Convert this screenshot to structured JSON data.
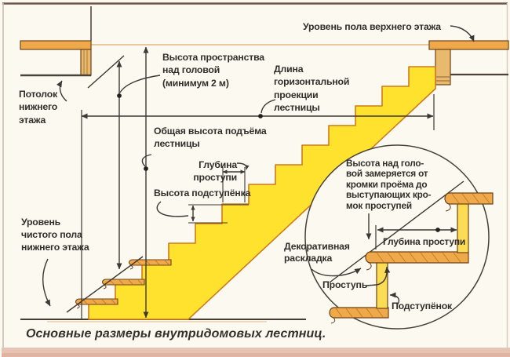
{
  "figure": {
    "caption": "Основные размеры внутридомовых лестниц.",
    "labels": {
      "upper_floor_level": "Уровень пола верхнего этажа",
      "headroom": "Высота пространства\nнад головой\n(минимум 2 м)",
      "projection_length": "Длина\nгоризонтальной\nпроекции\nлестницы",
      "lower_ceiling": "Потолок\nнижнего\nэтажа",
      "total_rise": "Общая высота подъёма\nлестницы",
      "tread_depth": "Глубина\nпроступи",
      "riser_height": "Высота подступёнка",
      "lower_floor_level": "Уровень\nчистого пола\nнижнего этажа"
    },
    "inset": {
      "note": "Высота над голо-\nвой замеряется от\nкромки проёма до\nвыступающих кро-\nмок проступей",
      "decorative_molding": "Декоративная\nраскладка",
      "tread_depth": "Глубина проступи",
      "tread": "Проступь",
      "riser": "Подступёнок"
    },
    "colors": {
      "stair_yellow": "#FFE22E",
      "wood_orange": "#EFA94A",
      "joist_tan": "#E9BA6E",
      "outline_brown": "#6E4318",
      "line": "#3C3833",
      "background": "#FCF9F1",
      "bottom_band": "#E7C3B3"
    }
  }
}
